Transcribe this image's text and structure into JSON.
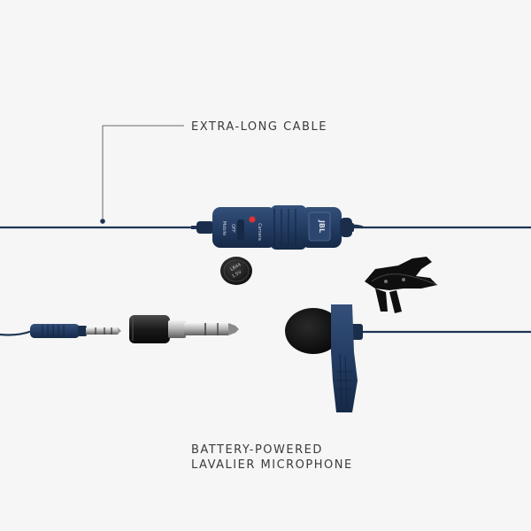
{
  "captions": {
    "cable": "EXTRA-LONG CABLE",
    "bottom_line1": "BATTERY-POWERED",
    "bottom_line2": "LAVALIER MICROPHONE"
  },
  "control_box": {
    "brand": "JBL",
    "switch_label_top": "Camera",
    "switch_label_off": "OFF",
    "switch_label_bottom": "Mobile"
  },
  "battery": {
    "label_line1": "LR44",
    "label_line2": "1.5V"
  },
  "colors": {
    "background": "#f6f6f6",
    "cable": "#1e3454",
    "body": "#233c63",
    "metal_light": "#d9d9d9",
    "metal_dark": "#6a6a6a",
    "foam": "#111111",
    "led": "#e23232",
    "caption_text": "#3b3b3b"
  }
}
